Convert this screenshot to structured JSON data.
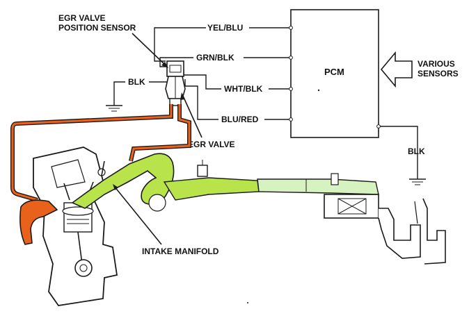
{
  "labels": {
    "egr_sensor_line1": "EGR VALVE",
    "egr_sensor_line2": "POSITION SENSOR",
    "wire_yel_blu": "YEL/BLU",
    "wire_grn_blk": "GRN/BLK",
    "wire_wht_blk": "WHT/BLK",
    "wire_blu_red": "BLU/RED",
    "blk_left": "BLK",
    "blk_right": "BLK",
    "pcm": "PCM",
    "various_line1": "VARIOUS",
    "various_line2": "SENSORS",
    "egr_valve": "EGR VALVE",
    "intake_manifold": "INTAKE MANIFOLD"
  },
  "colors": {
    "exhaust": "#e8621c",
    "intake": "#b9e34a",
    "air_duct": "#d6f2c0",
    "line": "#1a1a1a"
  }
}
